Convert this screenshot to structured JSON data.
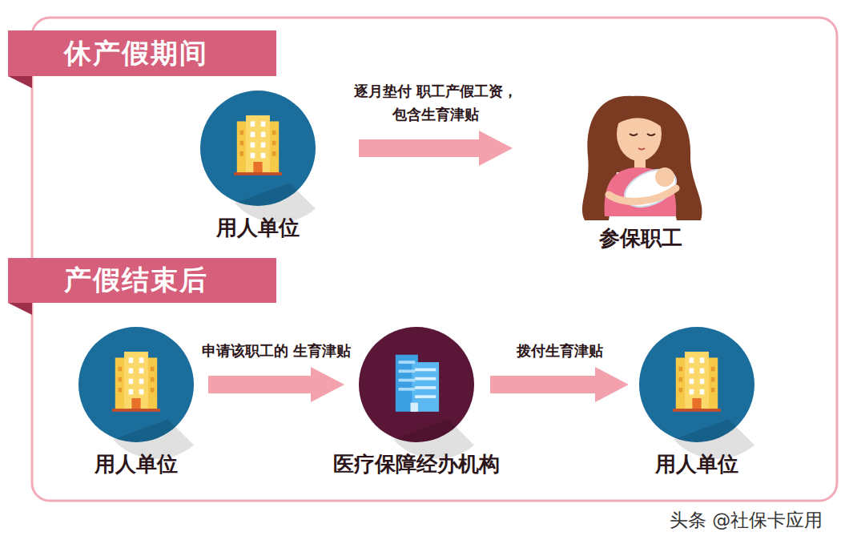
{
  "diagram": {
    "nodes": [
      {
        "text": [
          "休产假期间"
        ]
      },
      {
        "text": [
          "用人单位"
        ]
      },
      {
        "text": [
          "参保职工"
        ]
      },
      {
        "text": [
          "产假结束后"
        ]
      },
      {
        "text": [
          "用人单位"
        ]
      },
      {
        "text": [
          "医疗保障经办机构"
        ]
      },
      {
        "text": [
          "用人单位"
        ]
      }
    ],
    "edges": [
      {
        "from": 1,
        "to": 2,
        "arrow": "to",
        "label": "逐月垫付 职工产假工资，包含生育津贴"
      },
      {
        "from": 4,
        "to": 5,
        "arrow": "to",
        "label": "申请该职工的 生育津贴"
      },
      {
        "from": 5,
        "to": 6,
        "arrow": "to",
        "label": "拨付生育津贴"
      }
    ],
    "labels": [
      "头条 @社保卡应用"
    ]
  }
}
